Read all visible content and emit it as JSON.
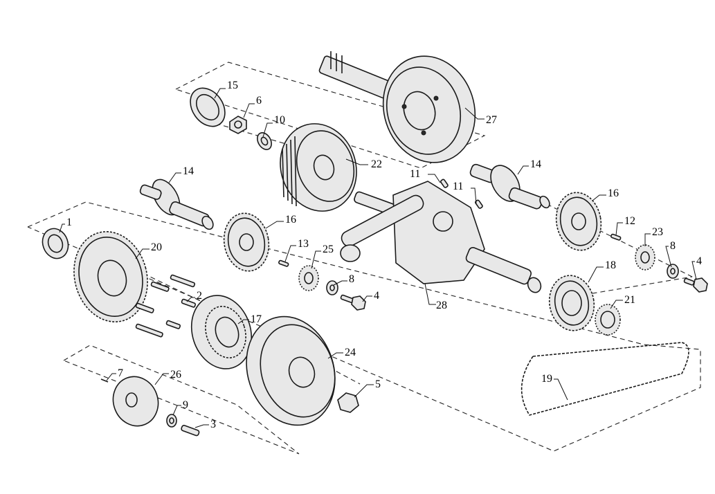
{
  "diagram": {
    "callouts": [
      {
        "id": "c15",
        "text": "15"
      },
      {
        "id": "c6",
        "text": "6"
      },
      {
        "id": "c10",
        "text": "10"
      },
      {
        "id": "c27",
        "text": "27"
      },
      {
        "id": "c22",
        "text": "22"
      },
      {
        "id": "c14a",
        "text": "14"
      },
      {
        "id": "c14b",
        "text": "14"
      },
      {
        "id": "c11a",
        "text": "11"
      },
      {
        "id": "c11b",
        "text": "11"
      },
      {
        "id": "c16a",
        "text": "16"
      },
      {
        "id": "c16b",
        "text": "16"
      },
      {
        "id": "c1",
        "text": "1"
      },
      {
        "id": "c20",
        "text": "20"
      },
      {
        "id": "c13",
        "text": "13"
      },
      {
        "id": "c25",
        "text": "25"
      },
      {
        "id": "c12",
        "text": "12"
      },
      {
        "id": "c23",
        "text": "23"
      },
      {
        "id": "c8a",
        "text": "8"
      },
      {
        "id": "c8b",
        "text": "8"
      },
      {
        "id": "c4a",
        "text": "4"
      },
      {
        "id": "c4b",
        "text": "4"
      },
      {
        "id": "c2",
        "text": "2"
      },
      {
        "id": "c17",
        "text": "17"
      },
      {
        "id": "c18",
        "text": "18"
      },
      {
        "id": "c28",
        "text": "28"
      },
      {
        "id": "c21",
        "text": "21"
      },
      {
        "id": "c24",
        "text": "24"
      },
      {
        "id": "c7",
        "text": "7"
      },
      {
        "id": "c26",
        "text": "26"
      },
      {
        "id": "c5",
        "text": "5"
      },
      {
        "id": "c9",
        "text": "9"
      },
      {
        "id": "c3",
        "text": "3"
      },
      {
        "id": "c19",
        "text": "19"
      }
    ]
  }
}
